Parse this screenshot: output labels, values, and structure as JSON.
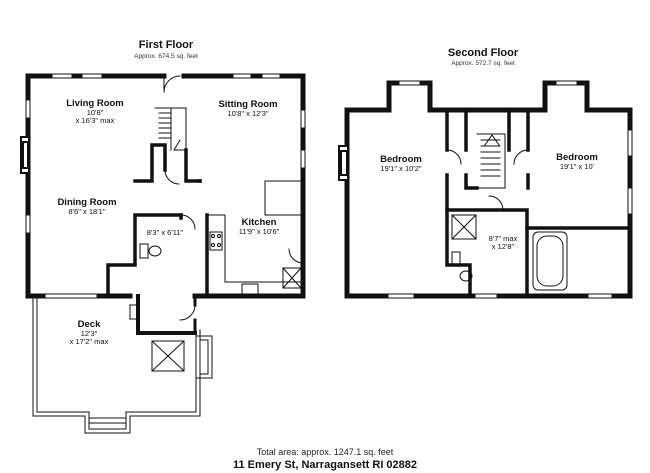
{
  "first_floor": {
    "title": "First Floor",
    "area": "Approx. 674.5 sq. feet",
    "rooms": {
      "living": {
        "name": "Living Room",
        "dims": [
          "10'8\"",
          "x 16'3\" max"
        ]
      },
      "sitting": {
        "name": "Sitting Room",
        "dims": [
          "10'8\" x 12'3\""
        ]
      },
      "dining": {
        "name": "Dining Room",
        "dims": [
          "8'6\" x 18'1\""
        ]
      },
      "bath": {
        "dims": [
          "8'3\" x 6'11\""
        ]
      },
      "kitchen": {
        "name": "Kitchen",
        "dims": [
          "11'9\" x 10'6\""
        ]
      },
      "deck": {
        "name": "Deck",
        "dims": [
          "12'3\"",
          "x 17'2\" max"
        ]
      }
    }
  },
  "second_floor": {
    "title": "Second Floor",
    "area": "Approx. 572.7 sq. feet",
    "rooms": {
      "bedroom_left": {
        "name": "Bedroom",
        "dims": [
          "19'1\" x 10'2\""
        ]
      },
      "bedroom_right": {
        "name": "Bedroom",
        "dims": [
          "19'1\" x 10'"
        ]
      },
      "bath": {
        "dims": [
          "8'7\" max",
          "x 12'8\""
        ]
      }
    }
  },
  "footer": {
    "total_area": "Total area: approx. 1247.1 sq. feet",
    "address": "11 Emery St, Narragansett RI 02882"
  }
}
